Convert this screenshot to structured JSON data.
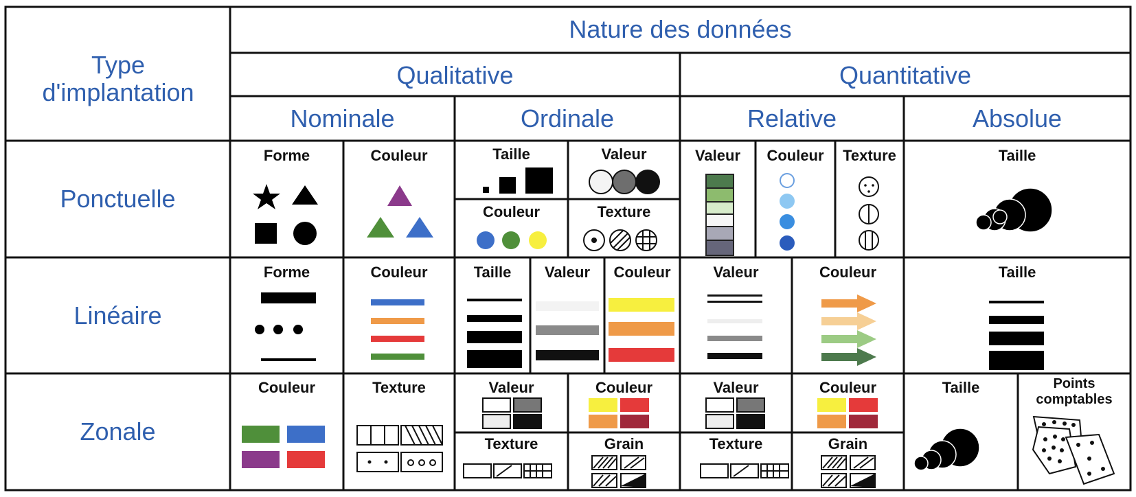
{
  "header": {
    "row_header_title": "Type d'implantation",
    "nature": "Nature des données",
    "qualitative": "Qualitative",
    "quantitative": "Quantitative",
    "nominale": "Nominale",
    "ordinale": "Ordinale",
    "relative": "Relative",
    "absolue": "Absolue"
  },
  "rows": {
    "ponctuelle": "Ponctuelle",
    "lineaire": "Linéaire",
    "zonale": "Zonale"
  },
  "labels": {
    "forme": "Forme",
    "couleur": "Couleur",
    "taille": "Taille",
    "valeur": "Valeur",
    "texture": "Texture",
    "grain": "Grain",
    "points_comptables": "Points comptables"
  },
  "colors": {
    "header_text": "#2f5fae",
    "purple": "#8b3a8b",
    "green": "#4f8f3a",
    "blue": "#3d6fc8",
    "yellow": "#f7ef3f",
    "orange": "#ef9a48",
    "red": "#e53a3a",
    "dark_red": "#a0283a"
  }
}
